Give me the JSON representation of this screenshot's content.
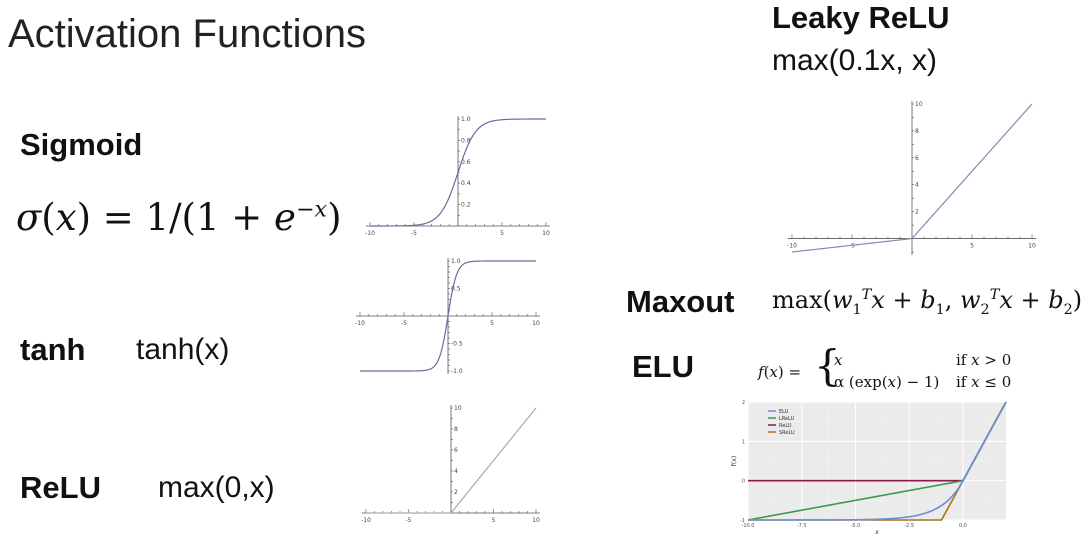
{
  "slide": {
    "title": "Activation Functions"
  },
  "sigmoid": {
    "label": "Sigmoid",
    "formula": "σ(x) = 1/(1 + e^−x)"
  },
  "tanh": {
    "label": "tanh",
    "formula": "tanh(x)"
  },
  "relu": {
    "label": "ReLU",
    "formula": "max(0,x)"
  },
  "leaky": {
    "label": "Leaky ReLU",
    "formula": "max(0.1x, x)"
  },
  "maxout": {
    "label": "Maxout",
    "formula": "max(w1ᵀx + b1, w2ᵀx + b2)"
  },
  "elu": {
    "label": "ELU",
    "formula": {
      "lhs": "f(x) =",
      "case1_expr": "x",
      "case1_cond": "if x > 0",
      "case2_expr": "α (exp(x) − 1)",
      "case2_cond": "if x ≤ 0"
    }
  },
  "chart_data": [
    {
      "id": "sigmoid",
      "type": "line",
      "xlim": [
        -10,
        10
      ],
      "ylim": [
        0,
        1
      ],
      "xticks": [
        "-10",
        "-5",
        "5",
        "10"
      ],
      "yticks": [
        "0.2",
        "0.4",
        "0.6",
        "0.8",
        "1.0"
      ],
      "series": [
        {
          "function": "1/(1+exp(-x))",
          "color": "#6e6a9c"
        }
      ]
    },
    {
      "id": "tanh",
      "type": "line",
      "xlim": [
        -10,
        10
      ],
      "ylim": [
        -1,
        1
      ],
      "xticks": [
        "-10",
        "-5",
        "5",
        "10"
      ],
      "yticks": [
        "-1.0",
        "-0.5",
        "0.5",
        "1.0"
      ],
      "series": [
        {
          "function": "tanh(x)",
          "color": "#6e6a9c"
        }
      ]
    },
    {
      "id": "relu",
      "type": "line",
      "xlim": [
        -10,
        10
      ],
      "ylim": [
        0,
        10
      ],
      "xticks": [
        "-10",
        "-5",
        "5",
        "10"
      ],
      "yticks": [
        "2",
        "4",
        "6",
        "8",
        "10"
      ],
      "series": [
        {
          "function": "max(0,x)",
          "color": "#a9a9a9"
        }
      ]
    },
    {
      "id": "leaky",
      "type": "line",
      "xlim": [
        -10,
        10
      ],
      "ylim": [
        -1,
        10
      ],
      "xticks": [
        "-10",
        "-5",
        "5",
        "10"
      ],
      "yticks": [
        "2",
        "4",
        "6",
        "8",
        "10"
      ],
      "series": [
        {
          "function": "max(0.1x,x)",
          "color": "#8a86b6"
        }
      ]
    },
    {
      "id": "elu",
      "type": "line",
      "xlim": [
        -10,
        2
      ],
      "ylim": [
        -1,
        2
      ],
      "xticks": [
        "-10.0",
        "-7.5",
        "-5.0",
        "-2.5",
        "0.0"
      ],
      "yticks": [
        "-1",
        "0",
        "1",
        "2"
      ],
      "xlabel": "x",
      "ylabel": "f(x)",
      "legend": "top-left",
      "series": [
        {
          "name": "ELU",
          "color": "#6c8fd8",
          "function": "x>0 ? x : exp(x)-1"
        },
        {
          "name": "LReLU",
          "color": "#3e9a4a",
          "function": "x>0 ? x : 0.1x"
        },
        {
          "name": "ReLU",
          "color": "#8b1a4a",
          "function": "x>0 ? x : 0"
        },
        {
          "name": "SReLU",
          "color": "#a8741a",
          "function": "x>-1 ? x : -1"
        }
      ]
    }
  ]
}
